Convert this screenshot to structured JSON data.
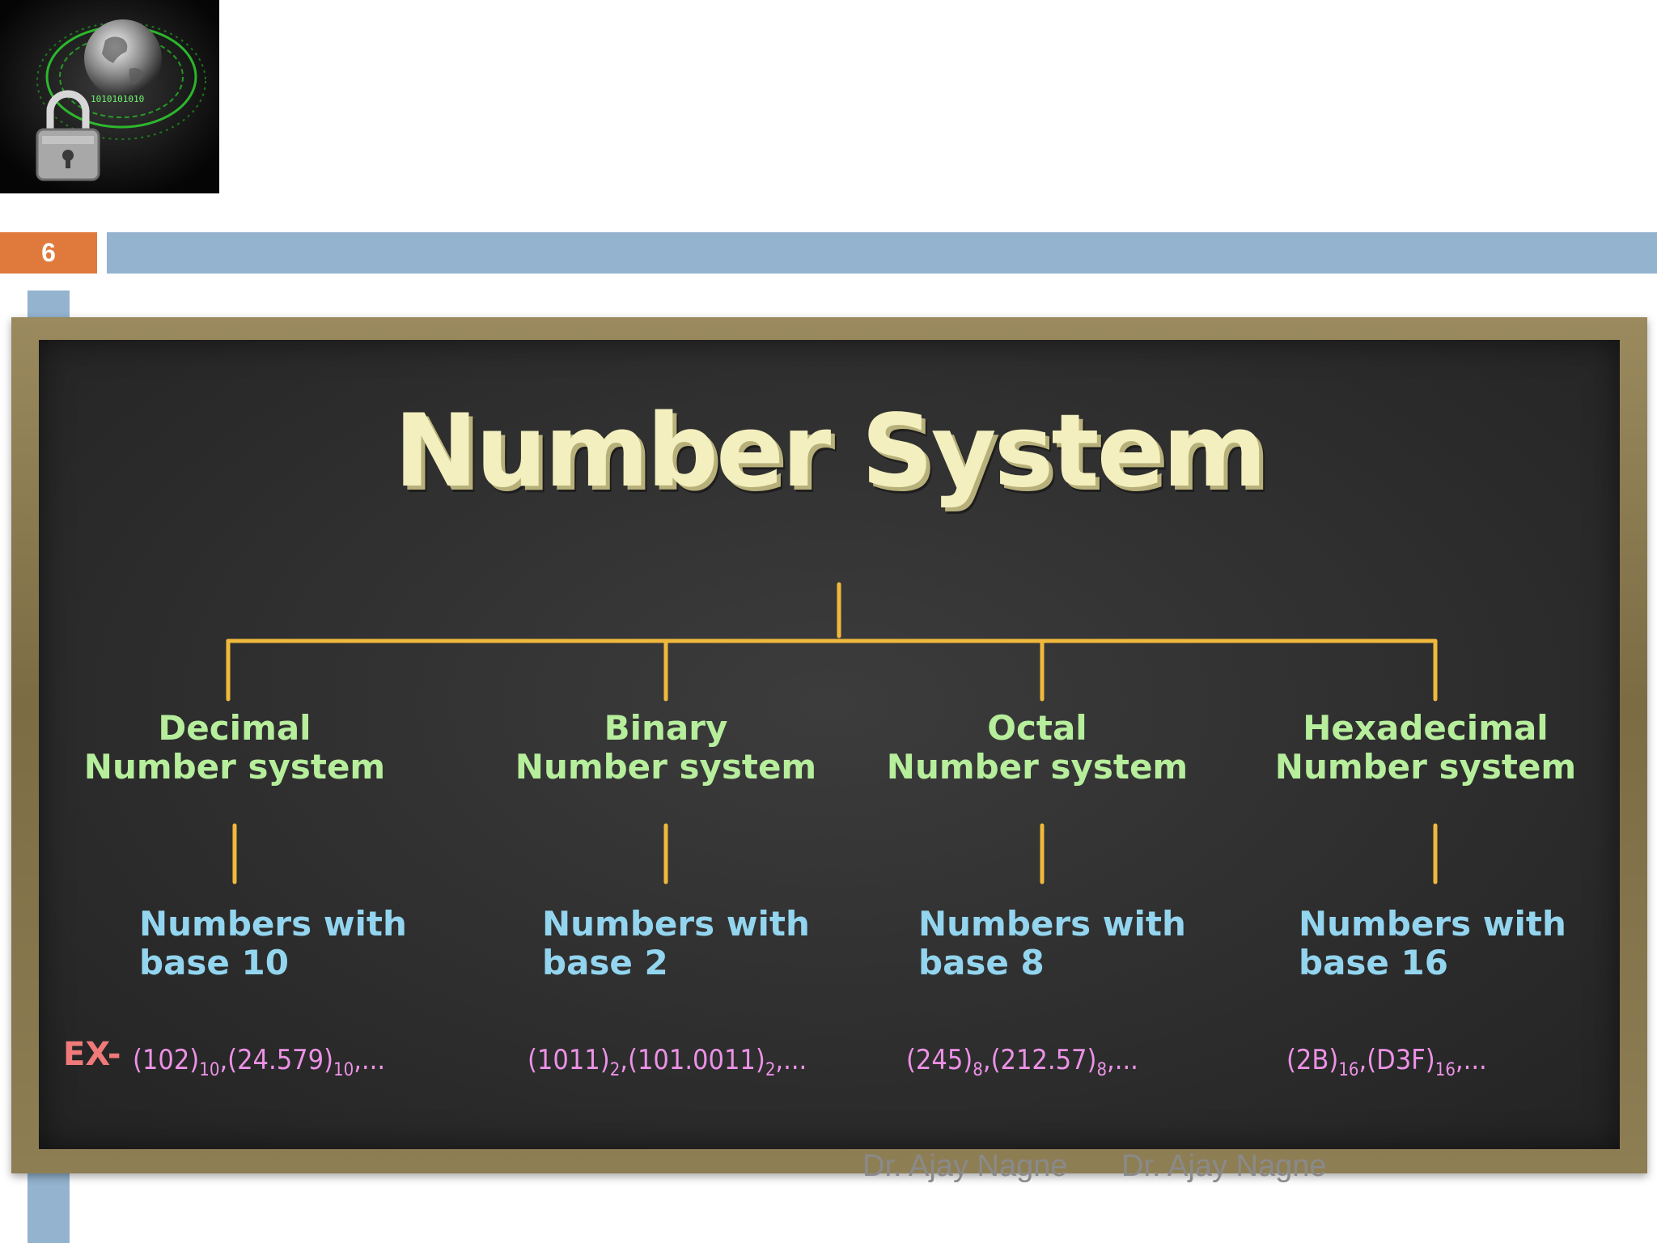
{
  "slide": {
    "number": "6"
  },
  "logo": {
    "icon": "globe-padlock-icon",
    "binary_text": "1010101010"
  },
  "board": {
    "title": "Number System",
    "example_label": "EX-",
    "branches": [
      {
        "name_line1": "Decimal",
        "name_line2": "Number system",
        "desc_line1": "Numbers with",
        "desc_line2": "base 10",
        "ex1": "(102)",
        "ex1_base": "10",
        "ex_sep": ",",
        "ex2": "(24.579)",
        "ex2_base": "10",
        "ex_tail": ",..."
      },
      {
        "name_line1": "Binary",
        "name_line2": "Number system",
        "desc_line1": "Numbers with",
        "desc_line2": "base 2",
        "ex1": "(1011)",
        "ex1_base": "2",
        "ex_sep": ",",
        "ex2": "(101.0011)",
        "ex2_base": "2",
        "ex_tail": ",..."
      },
      {
        "name_line1": "Octal",
        "name_line2": "Number system",
        "desc_line1": "Numbers with",
        "desc_line2": "base 8",
        "ex1": "(245)",
        "ex1_base": "8",
        "ex_sep": ",",
        "ex2": "(212.57)",
        "ex2_base": "8",
        "ex_tail": ",..."
      },
      {
        "name_line1": "Hexadecimal",
        "name_line2": "Number system",
        "desc_line1": "Numbers with",
        "desc_line2": "base 16",
        "ex1": "(2B)",
        "ex1_base": "16",
        "ex_sep": ",",
        "ex2": "(D3F)",
        "ex2_base": "16",
        "ex_tail": ",..."
      }
    ]
  },
  "footer": {
    "author_left": "Dr. Ajay Nagne",
    "author_right": "Dr. Ajay Nagne"
  },
  "colors": {
    "accent_orange": "#e07a3c",
    "header_blue": "#93b3cf",
    "chalk_title": "#f3efbe",
    "chalk_green": "#b6ee9c",
    "chalk_blue": "#93d5ef",
    "chalk_pink": "#ec92e6",
    "chalk_red": "#f07a7a",
    "connector_yellow": "#f0b93c"
  }
}
